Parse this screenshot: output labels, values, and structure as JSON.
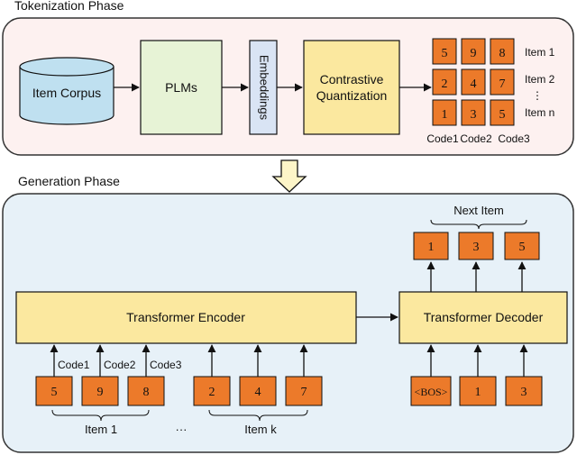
{
  "tokenization": {
    "phase_title": "Tokenization Phase",
    "item_corpus": "Item Corpus",
    "plms": "PLMs",
    "embeddings": "Embeddings",
    "quantization_line1": "Contrastive",
    "quantization_line2": "Quantization",
    "code_grid": [
      [
        "5",
        "9",
        "8"
      ],
      [
        "2",
        "4",
        "7"
      ],
      [
        "1",
        "3",
        "5"
      ]
    ],
    "item_labels": [
      "Item 1",
      "Item 2",
      "Item n"
    ],
    "vdots": "⋮",
    "code_labels": [
      "Code1",
      "Code2",
      "Code3"
    ]
  },
  "generation": {
    "phase_title": "Generation Phase",
    "encoder": "Transformer Encoder",
    "decoder": "Transformer Decoder",
    "next_item": "Next Item",
    "output_codes": [
      "1",
      "3",
      "5"
    ],
    "item1_codes": [
      "5",
      "9",
      "8"
    ],
    "itemk_codes": [
      "2",
      "4",
      "7"
    ],
    "code_arrow_labels": [
      "Code1",
      "Code2",
      "Code3"
    ],
    "item1_label": "Item 1",
    "itemk_label": "Item k",
    "ellipsis": "···",
    "decoder_inputs": [
      "<BOS>",
      "1",
      "3"
    ]
  },
  "colors": {
    "panel_top": "#fdf1f0",
    "panel_bottom": "#e7f1f8",
    "cylinder": "#bfe0f0",
    "plms": "#e7f3d6",
    "embeddings": "#d9e4f4",
    "yellow_box": "#fbe89f",
    "code_box": "#ec7a2a",
    "arrow_fill": "#fdf5c8"
  }
}
